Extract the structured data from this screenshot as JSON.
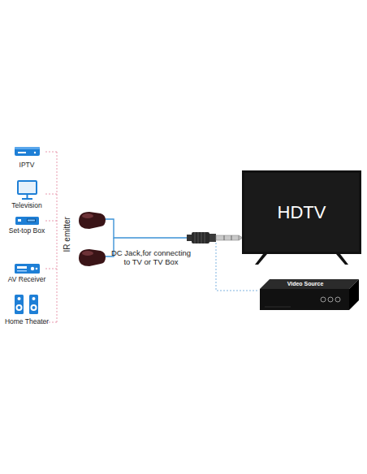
{
  "diagram": {
    "nodes": [
      {
        "text": [
          "HDTV"
        ]
      },
      {
        "text": [
          "Video Source"
        ]
      }
    ],
    "labels": [
      "IPTV",
      "Television",
      "Set-top Box",
      "AV Receiver",
      "Home Theater",
      "IR emitter",
      "DC Jack,for connecting to TV or TV Box"
    ]
  }
}
